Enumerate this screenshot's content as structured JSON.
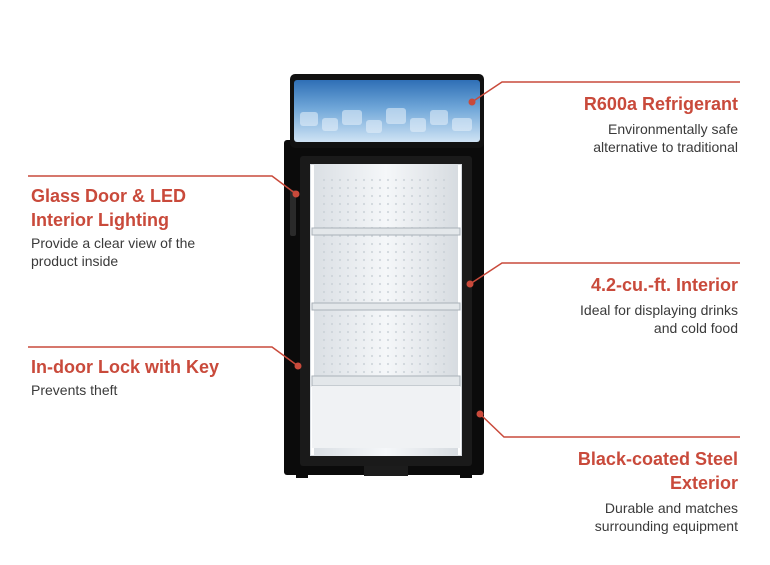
{
  "colors": {
    "accent": "#c94a3b",
    "text": "#3a3a3a",
    "cabinet": "#0b0b0b",
    "interior": "#eef1f4"
  },
  "callouts": {
    "glass_door": {
      "title_line1": "Glass Door & LED",
      "title_line2": "Interior Lighting",
      "desc_line1": "Provide a clear view of the",
      "desc_line2": "product inside"
    },
    "lock": {
      "title": "In-door Lock with Key",
      "desc": "Prevents theft"
    },
    "refrigerant": {
      "title": "R600a Refrigerant",
      "desc_line1": "Environmentally safe",
      "desc_line2": "alternative to traditional"
    },
    "interior": {
      "title": "4.2-cu.-ft. Interior",
      "desc_line1": "Ideal for displaying drinks",
      "desc_line2": "and cold food"
    },
    "exterior": {
      "title_line1": "Black-coated Steel",
      "title_line2": "Exterior",
      "desc_line1": "Durable and matches",
      "desc_line2": "surrounding equipment"
    }
  }
}
